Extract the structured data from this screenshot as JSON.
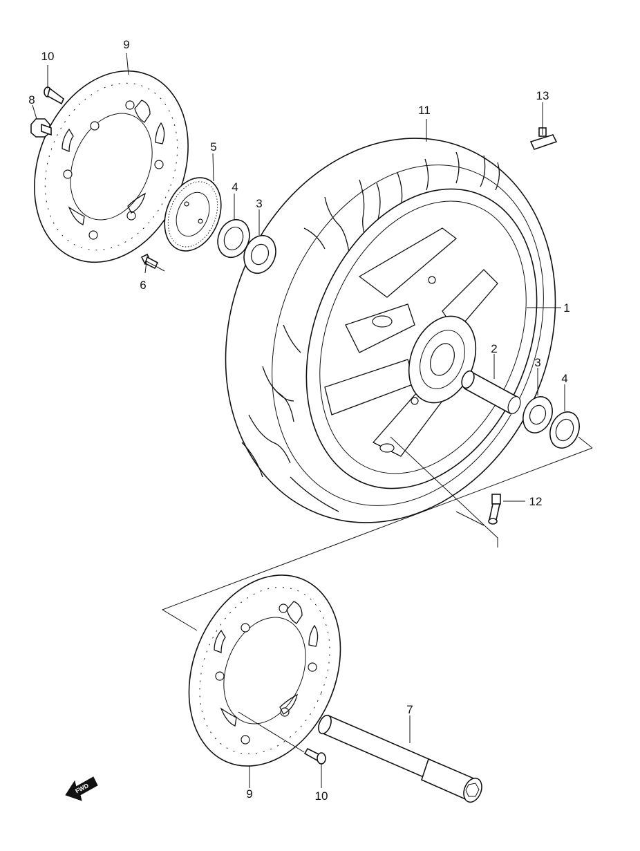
{
  "callouts": {
    "c1": "1",
    "c2": "2",
    "c3a": "3",
    "c3b": "3",
    "c4a": "4",
    "c4b": "4",
    "c5": "5",
    "c6": "6",
    "c7": "7",
    "c8": "8",
    "c9a": "9",
    "c9b": "9",
    "c10a": "10",
    "c10b": "10",
    "c11": "11",
    "c12": "12",
    "c13": "13"
  },
  "badge": {
    "text": "FWD"
  }
}
